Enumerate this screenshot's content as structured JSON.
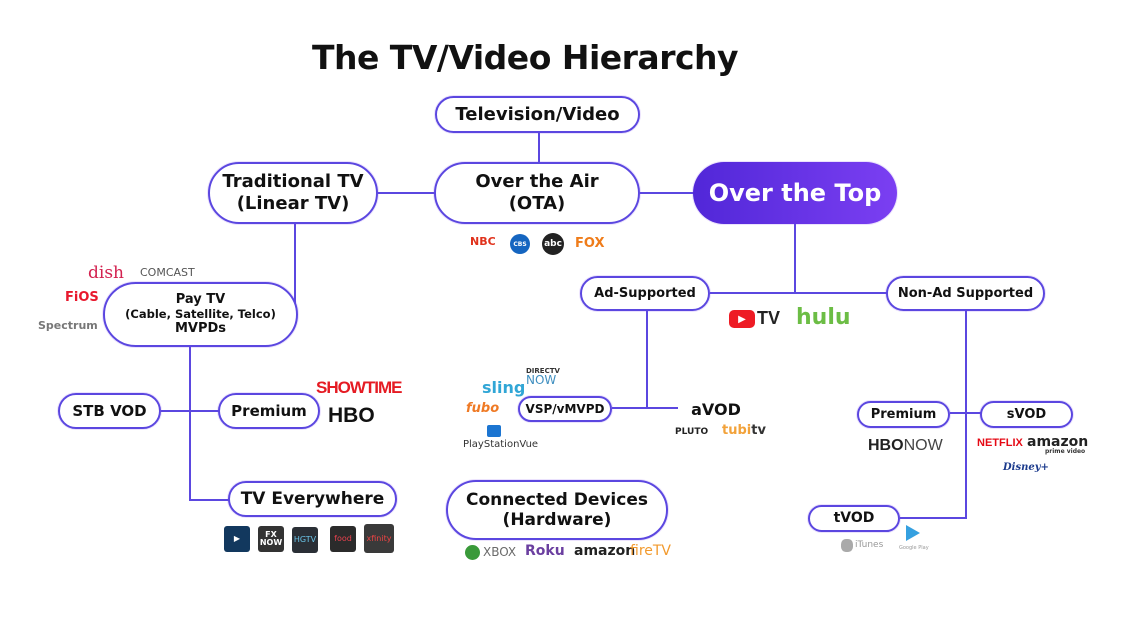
{
  "title": "The TV/Video Hierarchy",
  "nodes": {
    "television": "Television/Video",
    "ota": [
      "Over the Air",
      "(OTA)"
    ],
    "traditional": [
      "Traditional TV",
      "(Linear TV)"
    ],
    "ott": "Over the Top",
    "paytv": [
      "Pay TV",
      "(Cable, Satellite, Telco)",
      "MVPDs"
    ],
    "stb_vod": "STB VOD",
    "premium_left": "Premium",
    "tv_everywhere": "TV Everywhere",
    "ad_supported": "Ad-Supported",
    "non_ad": "Non-Ad Supported",
    "vsp": "VSP/vMVPD",
    "avod": "aVOD",
    "connected": [
      "Connected Devices",
      "(Hardware)"
    ],
    "premium_right": "Premium",
    "svod": "sVOD",
    "tvod": "tVOD"
  },
  "logos": {
    "ota": [
      "NBC",
      "CBS",
      "abc",
      "FOX"
    ],
    "paytv": {
      "dish": "dish",
      "comcast": "COMCAST",
      "fios": "FiOS",
      "spectrum": "Spectrum"
    },
    "premium_left": [
      "SHOWTIME",
      "HBO"
    ],
    "tv_everywhere": [
      "▶",
      "FX NOW",
      "HGTV",
      "food",
      "xfinity"
    ],
    "ott": [
      "TV",
      "hulu"
    ],
    "vsp": [
      "DIRECTV",
      "NOW",
      "sling",
      "fubo",
      "PlayStationVue"
    ],
    "avod": [
      "PLUTO",
      "tubi",
      "tv"
    ],
    "devices": [
      "XBOX",
      "Roku",
      "amazon",
      "fireTV"
    ],
    "premium_right": [
      "HBO",
      "NOW"
    ],
    "svod": [
      "NETFLIX",
      "amazon",
      "prime video",
      "Disney+"
    ],
    "tvod": [
      "iTunes",
      "Google Play"
    ]
  },
  "colors": {
    "accent": "#5b47e0",
    "ott_fill": "#6a35e8"
  }
}
